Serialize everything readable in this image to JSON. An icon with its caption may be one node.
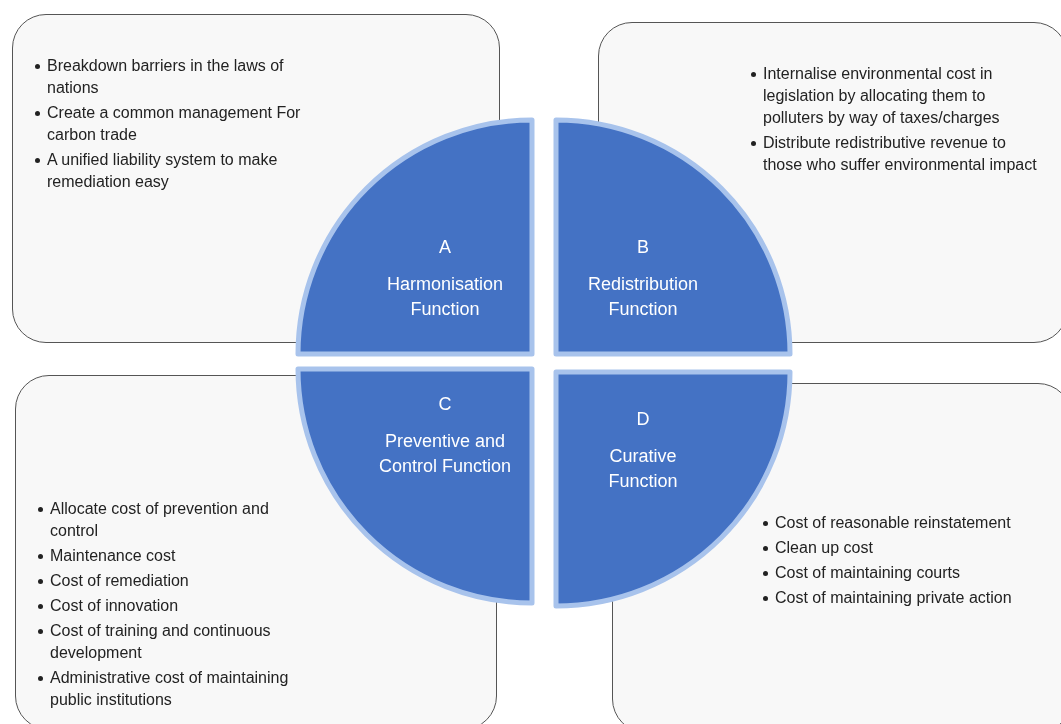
{
  "diagram": {
    "nodes": [
      {
        "text": [
          "Breakdown barriers in the laws of nations",
          "Create a common management For carbon trade",
          "A unified liability system to make remediation easy"
        ]
      },
      {
        "text": [
          "Internalise environmental cost in legislation by allocating them to polluters by way of taxes/charges",
          "Distribute redistributive revenue to those who suffer environmental impact"
        ]
      },
      {
        "text": [
          "Allocate cost of prevention and control",
          "Maintenance cost",
          "Cost of remediation",
          "Cost of innovation",
          "Cost of training and continuous development",
          "Administrative cost of maintaining public institutions"
        ]
      },
      {
        "text": [
          "Cost of reasonable reinstatement",
          "Clean up cost",
          "Cost of maintaining courts",
          "Cost of maintaining private action"
        ]
      },
      {
        "text": [
          "A",
          "Harmonisation Function"
        ]
      },
      {
        "text": [
          "B",
          "Redistribution Function"
        ]
      },
      {
        "text": [
          "C",
          "Preventive and Control Function"
        ]
      },
      {
        "text": [
          "D",
          "Curative Function"
        ]
      }
    ]
  }
}
